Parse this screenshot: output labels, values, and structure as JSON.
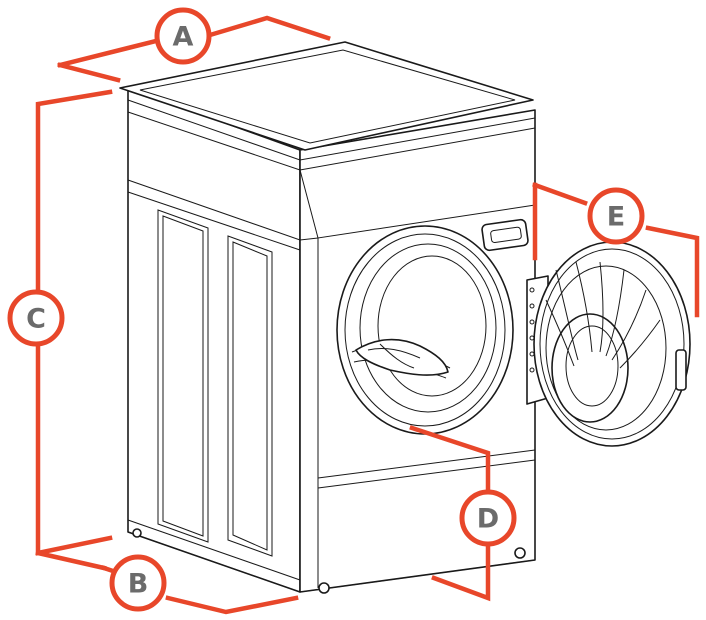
{
  "colors": {
    "accent": "#e8472a",
    "label_text": "#6b6b6b",
    "line": "#1a1a1a"
  },
  "labels": {
    "a": "A",
    "b": "B",
    "c": "C",
    "d": "D",
    "e": "E"
  }
}
